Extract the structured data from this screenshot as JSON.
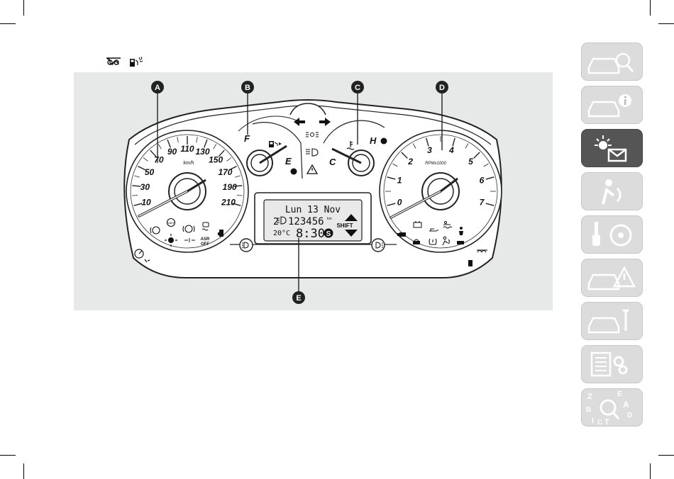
{
  "legend_icons": [
    "glow-plug-icon",
    "fuel-filter-water-icon"
  ],
  "callouts": [
    "A",
    "B",
    "C",
    "D",
    "E"
  ],
  "speedometer": {
    "labels": [
      "10",
      "30",
      "50",
      "70",
      "90",
      "110",
      "130",
      "150",
      "170",
      "190",
      "210"
    ],
    "unit": "km/h"
  },
  "fuel_gauge": {
    "full": "F",
    "empty": "E"
  },
  "temp_gauge": {
    "cold": "C",
    "hot": "H"
  },
  "tachometer": {
    "labels": [
      "0",
      "1",
      "2",
      "3",
      "4",
      "5",
      "6",
      "7"
    ],
    "unit": "RPMx1000"
  },
  "display": {
    "date": "Lun 13 Nov",
    "gear": "2",
    "odometer": "123456",
    "odometer_unit": "km",
    "temperature": "20°C",
    "time": "8:30",
    "shift": "SHIFT",
    "s_badge": "S"
  },
  "warning_lights": {
    "asr_line1": "ASR",
    "asr_line2": "OFF",
    "abs": "(ABS)"
  },
  "side_tabs": [
    {
      "icon": "car-search-icon",
      "active": false
    },
    {
      "icon": "car-info-icon",
      "active": false
    },
    {
      "icon": "warning-light-message-icon",
      "active": true
    },
    {
      "icon": "airbag-seat-icon",
      "active": false
    },
    {
      "icon": "key-steering-wheel-icon",
      "active": false
    },
    {
      "icon": "car-crash-warning-icon",
      "active": false
    },
    {
      "icon": "car-wrench-icon",
      "active": false
    },
    {
      "icon": "specs-gear-icon",
      "active": false
    },
    {
      "icon": "alphabetical-index-icon",
      "active": false
    }
  ],
  "colors": {
    "panel": "#e7e8e8",
    "active_tab": "#555555",
    "tab": "#dcdcdc",
    "callout": "#222222"
  }
}
